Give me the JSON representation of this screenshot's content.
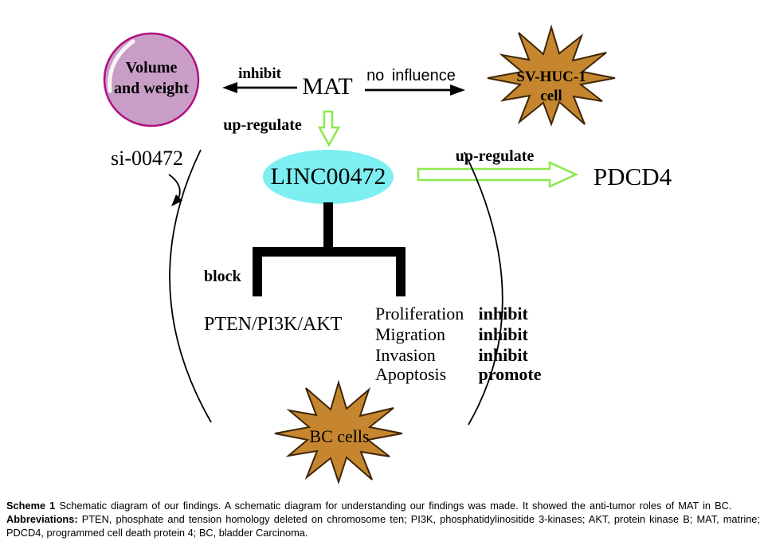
{
  "figure": {
    "nodes": {
      "volume_weight_line1": "Volume",
      "volume_weight_line2": "and weight",
      "mat": "MAT",
      "sv_huc_line1": "SV-HUC-1",
      "sv_huc_line2": "cell",
      "si_00472": "si-00472",
      "linc00472": "LINC00472",
      "pdcd4": "PDCD4",
      "pten_pathway": "PTEN/PI3K/AKT",
      "bc_cells": "BC cells"
    },
    "labels": {
      "inhibit": "inhibit",
      "no_influence": "no influence",
      "up_regulate_top": "up-regulate",
      "up_regulate_right": "up-regulate",
      "block": "block"
    },
    "processes": [
      {
        "name": "Proliferation",
        "effect": "inhibit"
      },
      {
        "name": "Migration",
        "effect": "inhibit"
      },
      {
        "name": "Invasion",
        "effect": "inhibit"
      },
      {
        "name": "Apoptosis",
        "effect": "promote"
      }
    ],
    "colors": {
      "tumor_oval_fill": "#c99ec6",
      "tumor_oval_border": "#b00f82",
      "star_fill": "#c5862f",
      "star_border": "#3f2608",
      "linc_ellipse_fill": "#7deef2",
      "green_arrow_stroke": "#8ce84f",
      "ink": "#000000"
    }
  },
  "caption": {
    "scheme_label": "Scheme 1",
    "scheme_text": "Schematic diagram of our findings. A schematic diagram for understanding our findings was made. It showed the anti-tumor roles of MAT in BC.",
    "abbreviations_label": "Abbreviations:",
    "abbreviations_text": "PTEN, phosphate and tension homology deleted on chromosome ten; PI3K, phosphatidylinositide 3-kinases; AKT, protein kinase B; MAT, matrine; PDCD4, programmed cell death protein 4; BC, bladder Carcinoma."
  }
}
